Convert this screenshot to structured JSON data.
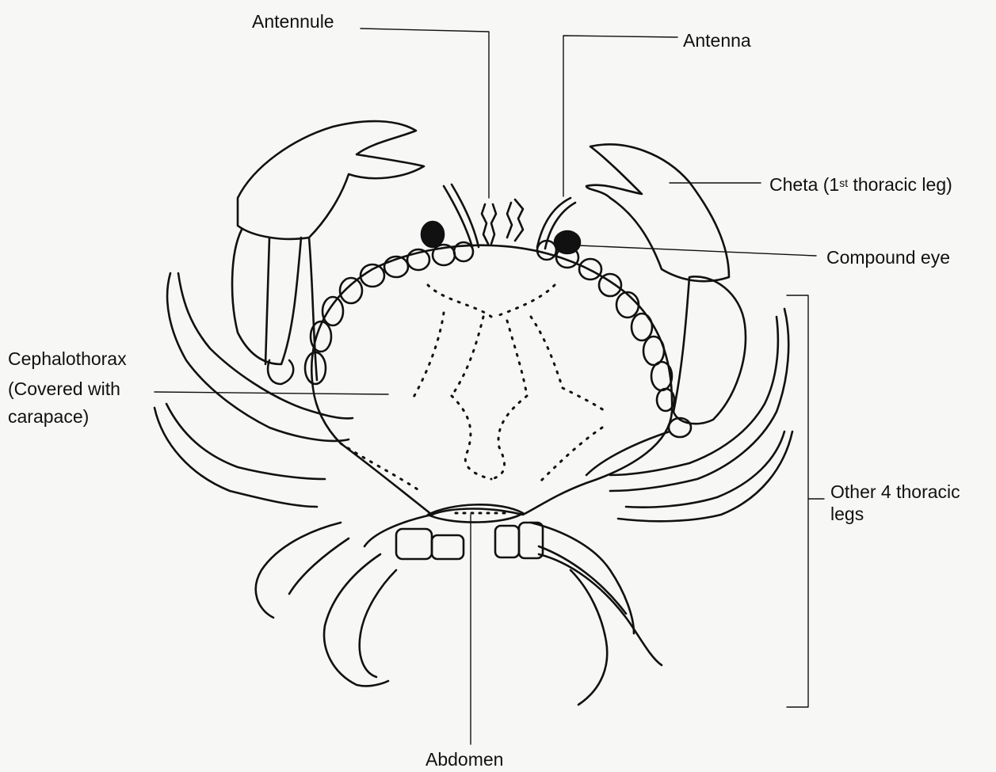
{
  "labels": {
    "antennule": "Antennule",
    "antenna": "Antenna",
    "cheta_main": "Cheta (1",
    "cheta_sup": "st",
    "cheta_rest": " thoracic leg)",
    "compound_eye": "Compound eye",
    "cephalothorax_l1": "Cephalothorax",
    "cephalothorax_l2": "(Covered with",
    "cephalothorax_l3": "carapace)",
    "other_legs_l1": "Other 4 thoracic",
    "other_legs_l2": "legs",
    "abdomen": "Abdomen"
  },
  "colors": {
    "ink": "#111111",
    "paper": "#f7f7f5"
  }
}
